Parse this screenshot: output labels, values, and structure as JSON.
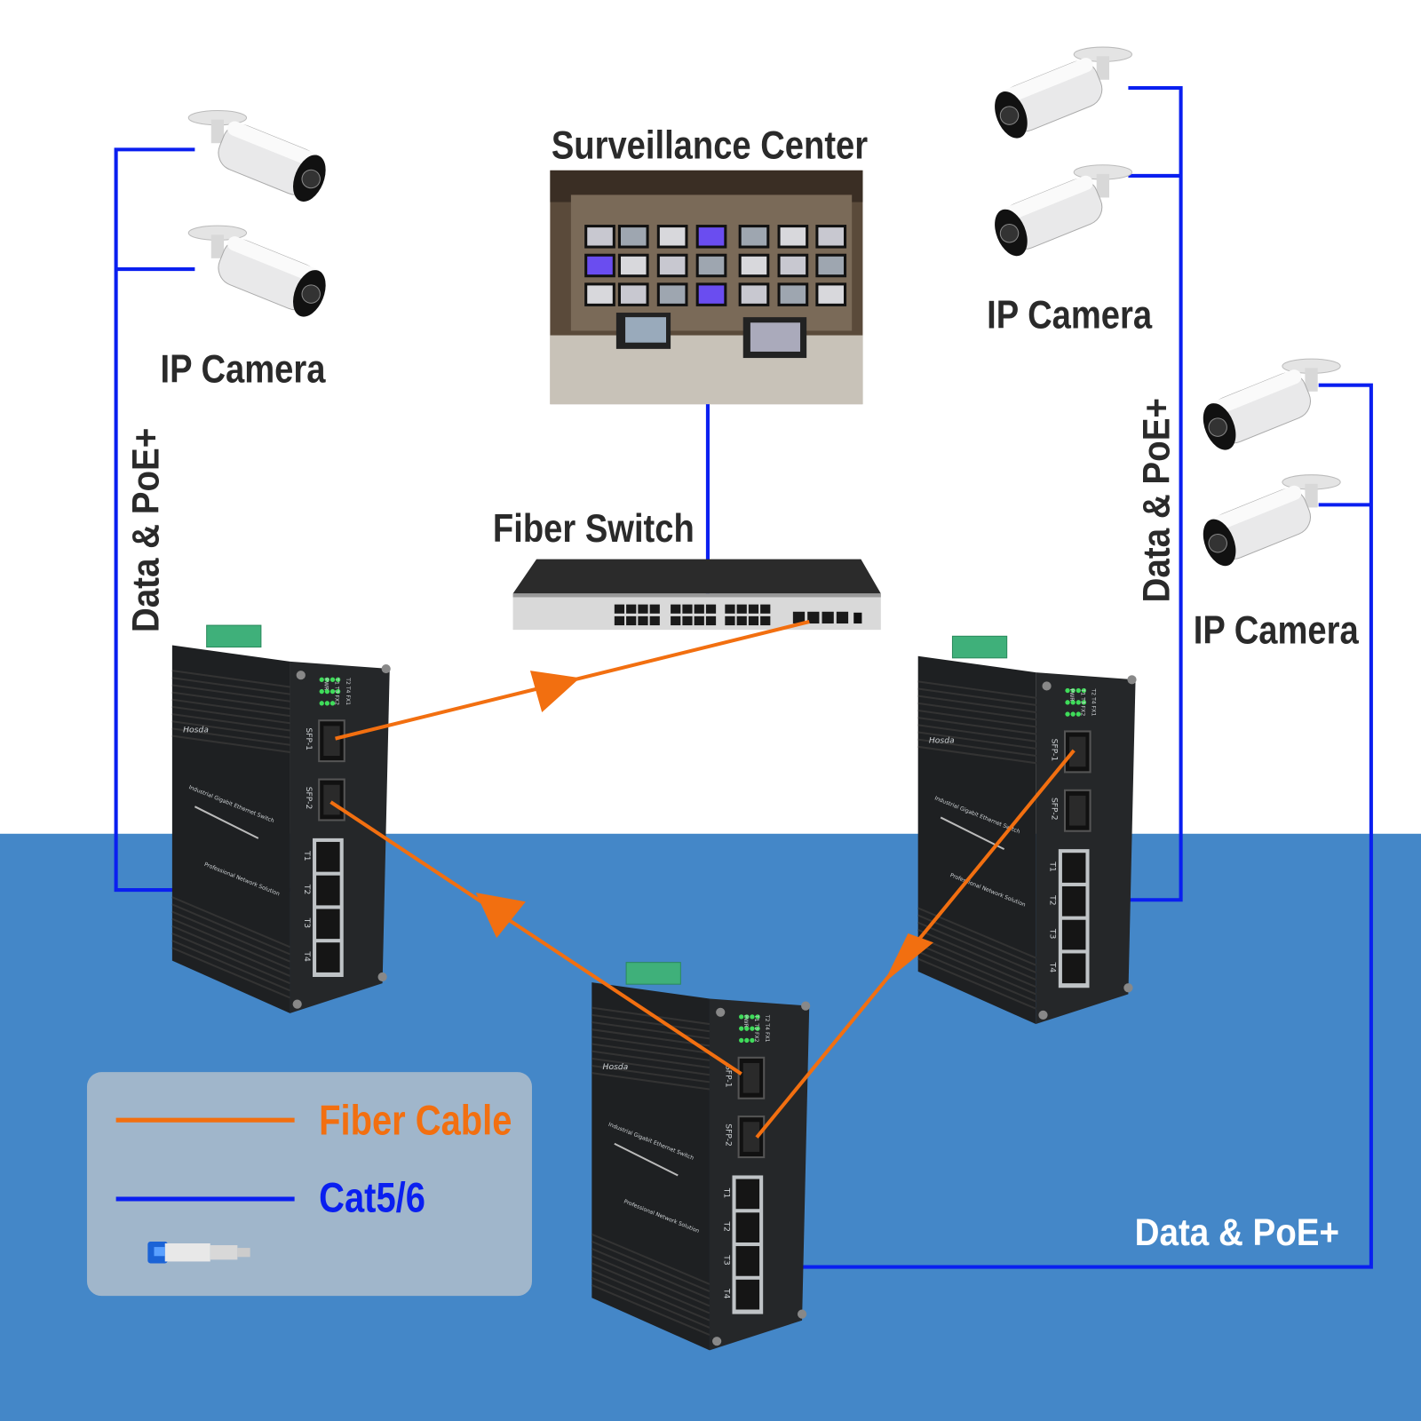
{
  "title": "Surveillance Center",
  "fiber_switch_label": "Fiber Switch",
  "camera_labels": [
    "IP Camera",
    "IP Camera",
    "IP Camera"
  ],
  "link_labels": {
    "left": "Data & PoE+",
    "right": "Data & PoE+",
    "bottom": "Data & PoE+"
  },
  "legend": {
    "fiber": "Fiber Cable",
    "cat": "Cat5/6",
    "connector_icon": "rj45-connector-icon"
  },
  "device": {
    "brand": "Hosda",
    "product": "Industrial Gigabit Ethernet Switch",
    "slogan": "Professional Network Solution",
    "led_rows": [
      "T2 T4 FX1",
      "T1 T3 FX2",
      "PWR"
    ],
    "sfp_ports": [
      "SFP-1",
      "SFP-2"
    ],
    "rj45_ports": [
      "T1",
      "T2",
      "T3",
      "T4"
    ]
  },
  "colors": {
    "fiber": "#f26f10",
    "cat": "#0a1ff0",
    "background_bottom": "#4487c8",
    "legend_box": "#a0b6cb",
    "device_body": "#222426",
    "terminal": "#3fb07a"
  }
}
